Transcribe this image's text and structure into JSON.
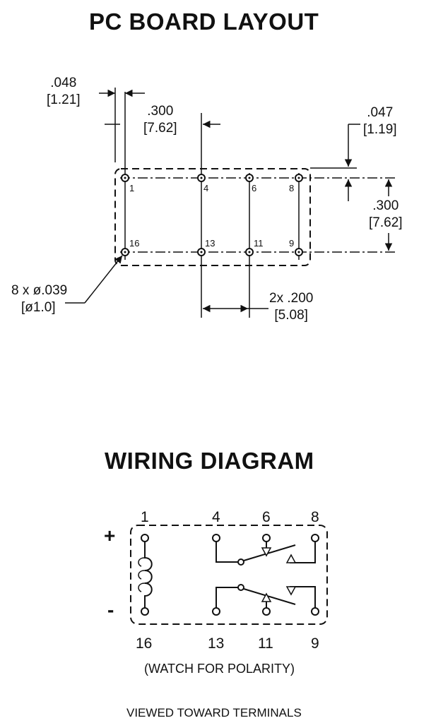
{
  "pcb": {
    "title": "PC BOARD LAYOUT",
    "dims": {
      "pin_width_in": ".048",
      "pin_width_mm": "[1.21]",
      "pin_spacing_in": ".300",
      "pin_spacing_mm": "[7.62]",
      "offset_in": ".047",
      "offset_mm": "[1.19]",
      "row_spacing_in": ".300",
      "row_spacing_mm": "[7.62]",
      "hole_in": "8 x ø.039",
      "hole_mm": "[ø1.0]",
      "pitch_in": "2x .200",
      "pitch_mm": "[5.08]"
    },
    "pins_top": [
      "1",
      "4",
      "6",
      "8"
    ],
    "pins_bottom": [
      "16",
      "13",
      "11",
      "9"
    ]
  },
  "wiring": {
    "title": "WIRING DIAGRAM",
    "top_labels": [
      "1",
      "4",
      "6",
      "8"
    ],
    "bottom_labels": [
      "16",
      "13",
      "11",
      "9"
    ],
    "plus": "+",
    "minus": "-",
    "polarity_note": "(WATCH FOR POLARITY)",
    "view_note": "VIEWED TOWARD TERMINALS"
  }
}
